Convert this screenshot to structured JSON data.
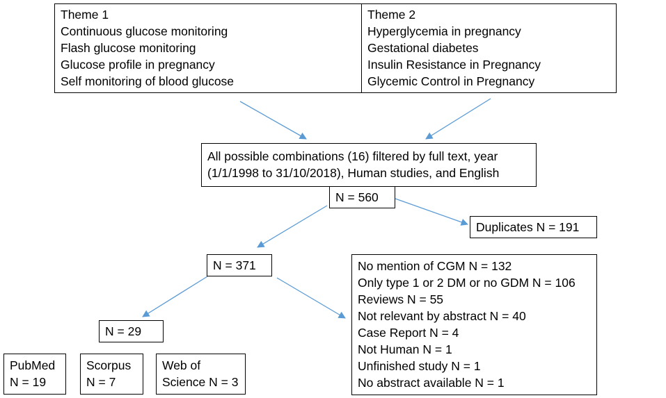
{
  "theme1": {
    "title": "Theme 1",
    "items": [
      "Continuous glucose monitoring",
      "Flash glucose monitoring",
      "Glucose profile in pregnancy",
      "Self monitoring of blood glucose"
    ]
  },
  "theme2": {
    "title": "Theme 2",
    "items": [
      "Hyperglycemia in pregnancy",
      "Gestational diabetes",
      "Insulin Resistance in Pregnancy",
      "Glycemic Control in Pregnancy"
    ]
  },
  "filter": {
    "lines": [
      "All possible combinations (16) filtered by full text, year",
      "(1/1/1998 to 31/10/2018), Human studies, and English"
    ]
  },
  "n560": "N = 560",
  "duplicates": "Duplicates N = 191",
  "n371": "N = 371",
  "exclusions": [
    "No mention of CGM N = 132",
    "Only type 1 or 2 DM or no GDM N = 106",
    "Reviews N = 55",
    "Not relevant by abstract N = 40",
    "Case Report N = 4",
    "Not Human N = 1",
    "Unfinished study N = 1",
    "No abstract available N = 1"
  ],
  "n29": "N = 29",
  "sources": [
    {
      "name": "PubMed",
      "count": "N = 19"
    },
    {
      "name": "Scorpus",
      "count": "N = 7"
    },
    {
      "name": "Web of",
      "count": "Science N = 3"
    }
  ],
  "colors": {
    "arrow": "#5b9bd5",
    "border": "#000000"
  }
}
